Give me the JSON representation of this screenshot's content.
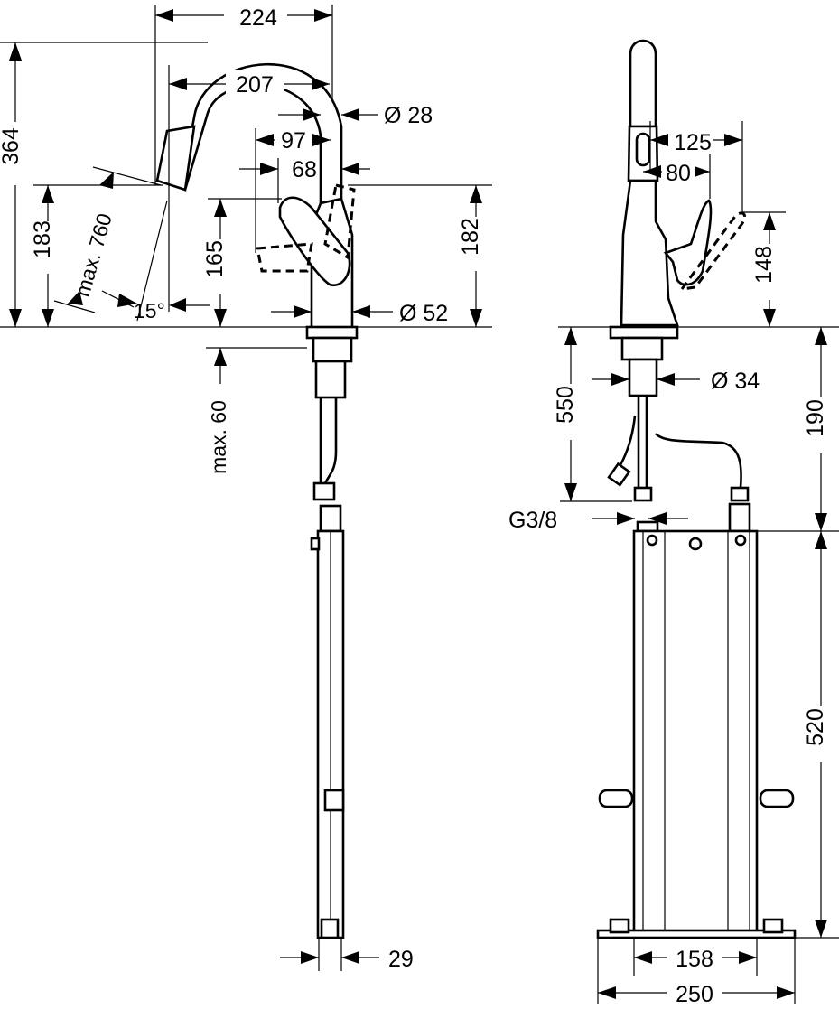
{
  "dimensions": {
    "spout_reach": "224",
    "spout_inner": "207",
    "spout_diameter": "Ø 28",
    "lever_97": "97",
    "lever_68": "68",
    "total_height": "364",
    "spout_outlet_height": "183",
    "max_760": "max. 760",
    "angle_15": "15°",
    "lever_165": "165",
    "height_182": "182",
    "base_diameter": "Ø 52",
    "max_60": "max. 60",
    "width_29": "29",
    "front_125": "125",
    "front_80": "80",
    "front_148": "148",
    "shank_550": "550",
    "shank_diameter": "Ø 34",
    "height_190": "190",
    "thread": "G3/8",
    "box_520": "520",
    "box_158": "158",
    "box_250": "250"
  }
}
